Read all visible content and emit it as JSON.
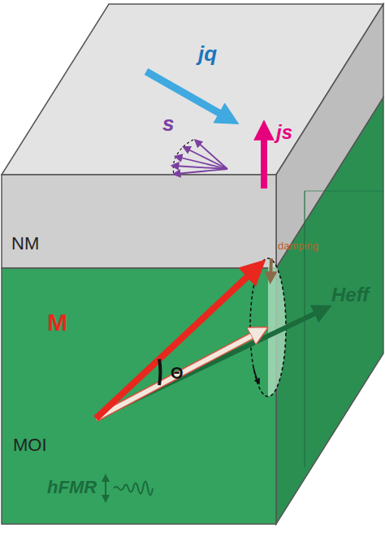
{
  "diagram": {
    "nodes": [
      {
        "text": [
          "NM"
        ]
      },
      {
        "text": [
          "MOI"
        ]
      }
    ],
    "labels": [
      "jq",
      "s",
      "js",
      "damping",
      "M",
      "Θ",
      "Heff",
      "hFMR"
    ]
  }
}
